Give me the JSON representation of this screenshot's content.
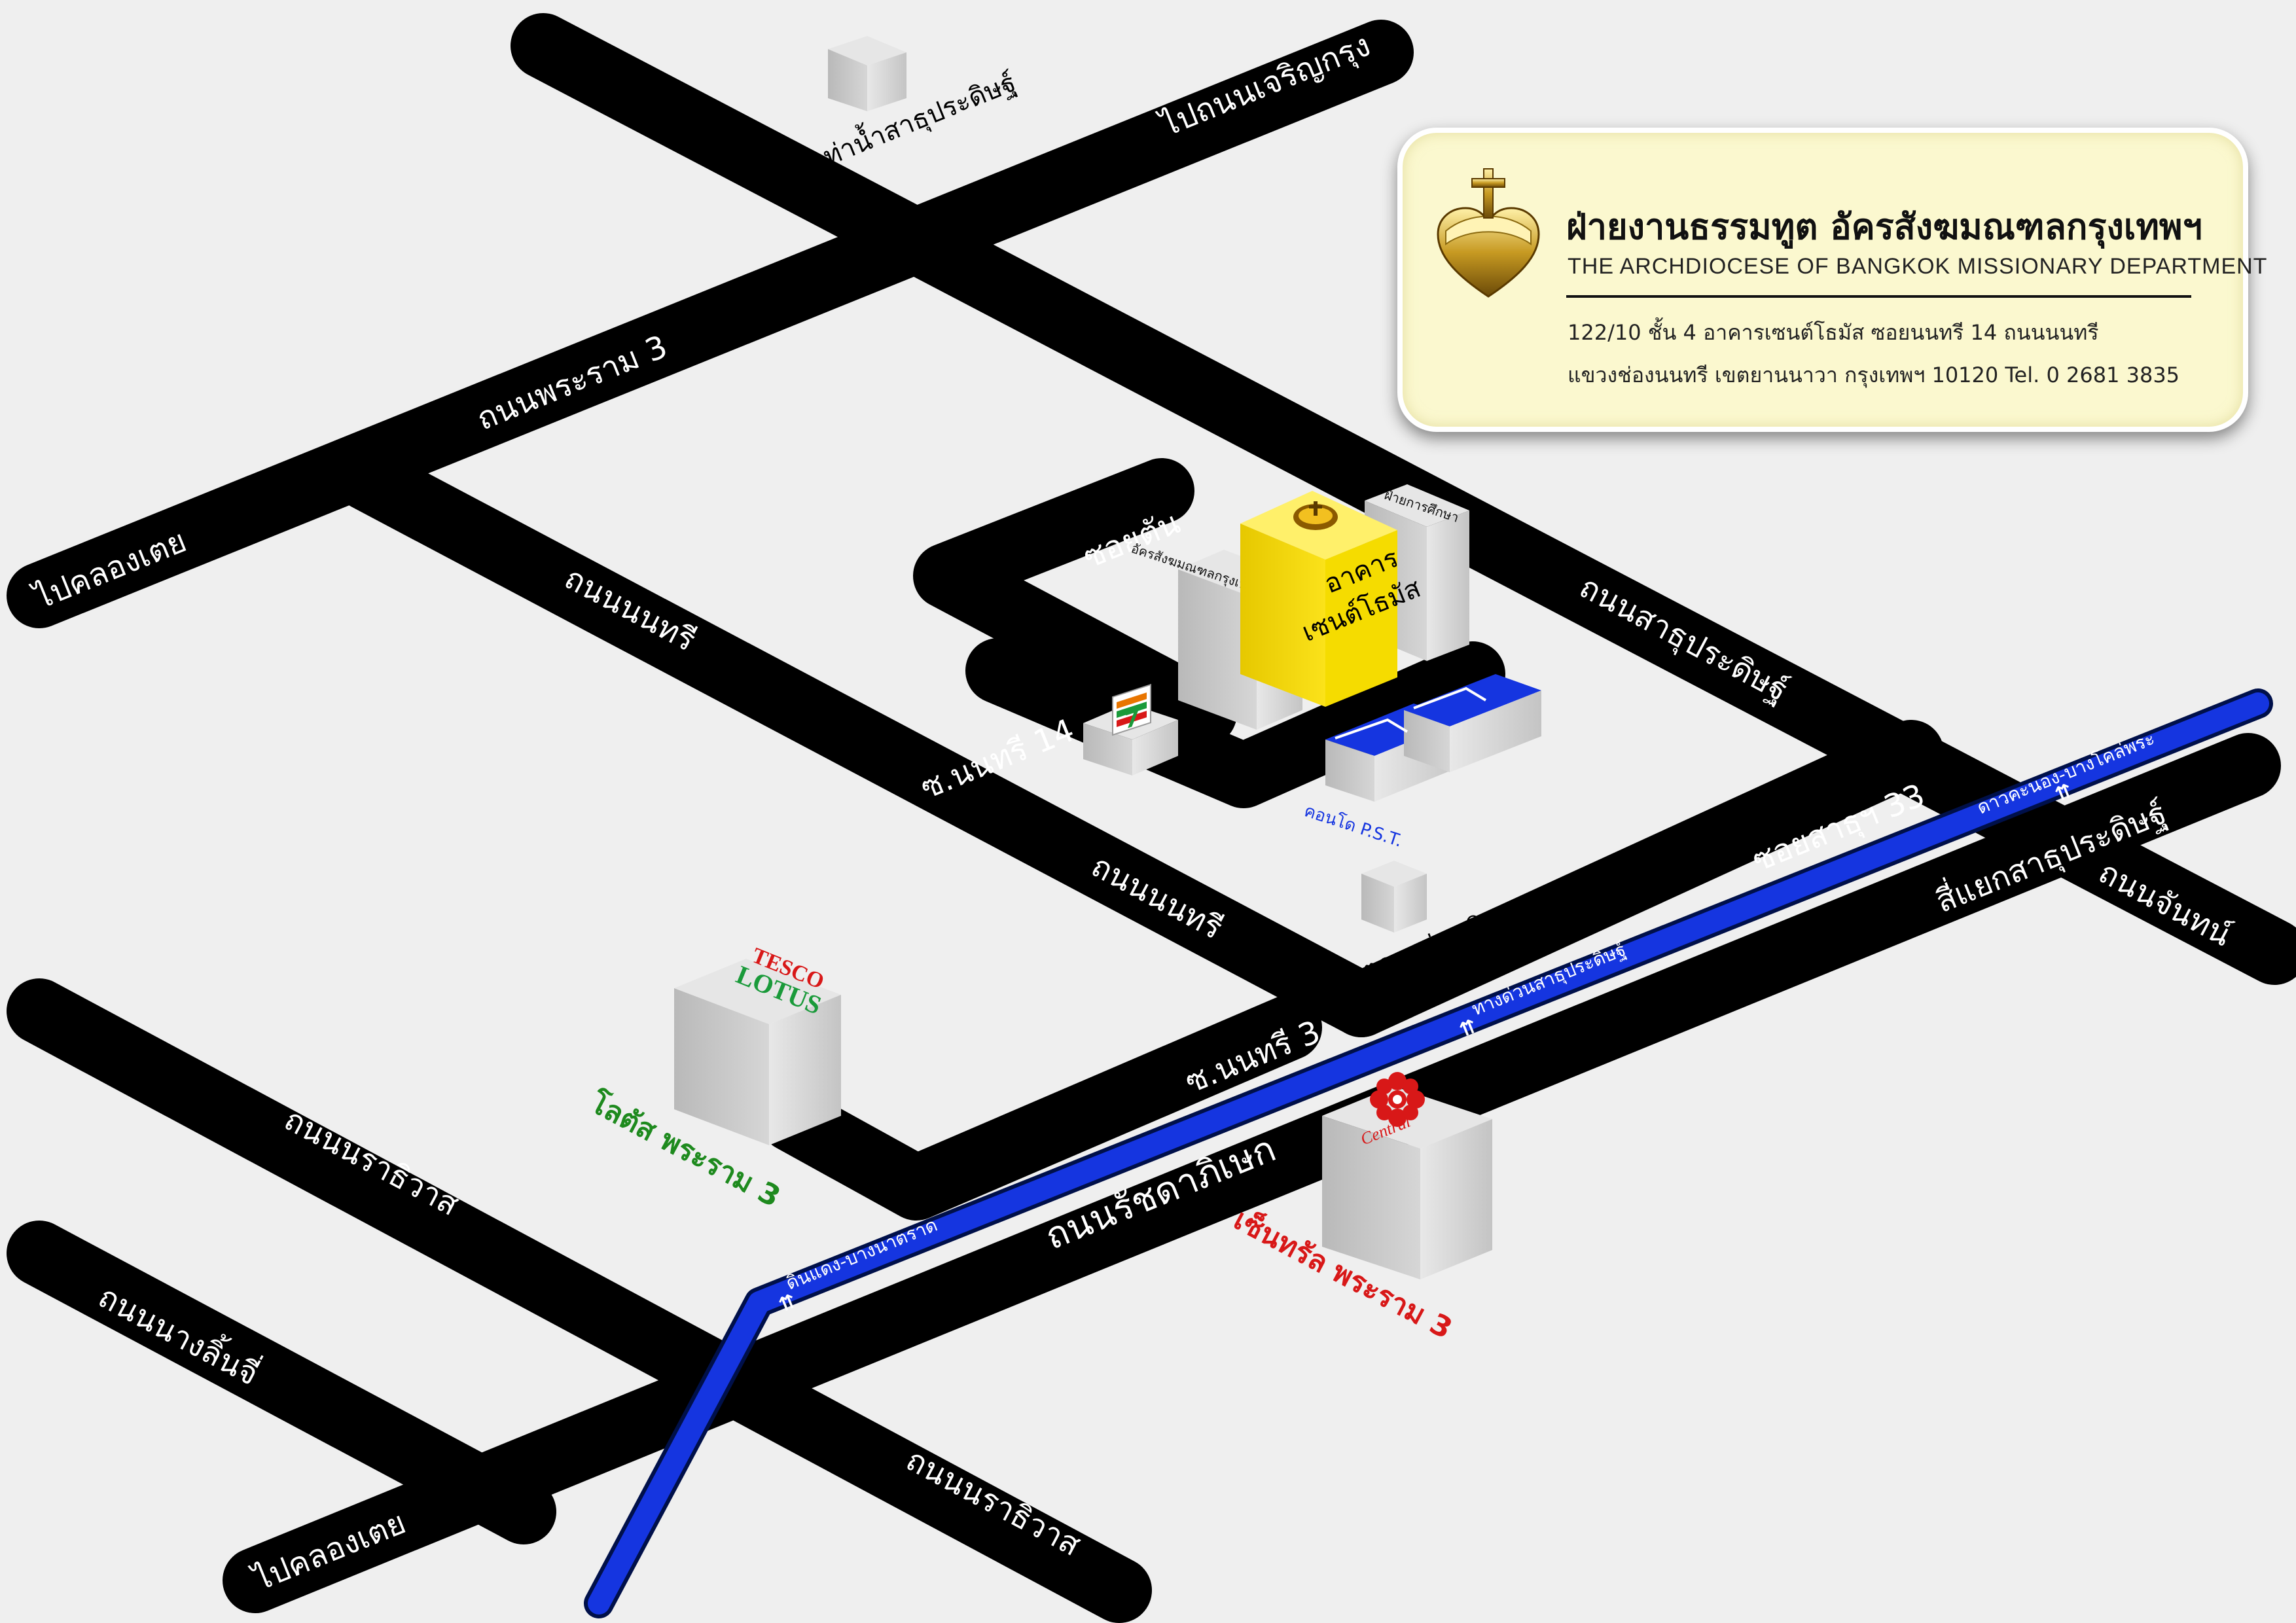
{
  "roads": {
    "rama3_road": "ถนนพระราม 3",
    "to_charoenkrung": "ไปถนนเจริญกรุง",
    "to_klong_toei_top": "ไปคลองเตย",
    "nonsi_road_upper": "ถนนนนทรี",
    "nonsi_road_lower": "ถนนนนทรี",
    "soi_dead_end": "ซอยตัน",
    "soi_nonsi_14": "ซ.นนทรี 14",
    "soi_nonsi_3": "ซ.นนทรี 3",
    "sathupradit_road": "ถนนสาธุประดิษฐ์",
    "soi_sathu_33": "ซอยสาธุฯ 33",
    "chan_road": "ถนนจันทน์",
    "sathupradit_junction": "สี่แยกสาธุประดิษฐ์",
    "ratchadaphisek_road": "ถนนรัชดาภิเษก",
    "narathiwat_road_upper": "ถนนนราธิวาส",
    "narathiwat_road_lower": "ถนนนราธิวาส",
    "bang_na_lin_chi_road": "ถนนนางลิ้นจี่",
    "to_klong_toei_bottom": "ไปคลองเตย"
  },
  "expressway": {
    "station_dao_khanong": "ดาวคะนอง-บางโคล่พระ",
    "station_sathupradit": "ทางด่วนสาธุประดิษฐ์",
    "station_din_daeng": "ดินแดง-บางนาตราด"
  },
  "landmarks": {
    "sathupradit_port": "ท่าน้ำสาธุประดิษฐ์",
    "saint_thomas_building": "อาคาร เซนต์โธมัส",
    "catholic_education": "ฝ่ายการศึกษา",
    "archbishop_office": "อัครสังฆมณฑลกรุงเทพฯ สำนักงาน",
    "seven_eleven": "7-ELEVEn",
    "condo_pst": "คอนโด P.S.T.",
    "talad_rung_charoen": "ตลาดรุ่งเจริญ",
    "lotus_rama3": "โลตัส พระราม 3",
    "tesco_brand": "TESCO",
    "lotus_brand": "LOTUS",
    "central_rama3": "เซ็นทรัล พระราม 3",
    "central_brand": "Central"
  },
  "info": {
    "title_th": "ฝ่ายงานธรรมทูต อัครสังฆมณฑลกรุงเทพฯ",
    "title_en": "THE ARCHDIOCESE OF BANGKOK MISSIONARY DEPARTMENT",
    "address_line1": "122/10  ชั้น 4  อาคารเซนต์โธมัส  ซอยนนทรี 14  ถนนนนทรี",
    "address_line2": "แขวงช่องนนทรี เขตยานนาวา กรุงเทพฯ 10120 Tel. 0 2681 3835"
  },
  "colors": {
    "road": "#000000",
    "expressway": "#1535e0",
    "highlight_building": "#f5d800",
    "lotus_label": "#1e8a1e",
    "central_label": "#d81818",
    "condo_label": "#1535e0",
    "card_background": "#fbf8cf"
  },
  "icons": [
    "cross-heart-logo-icon",
    "expressway-station-icon",
    "seven-eleven-logo-icon",
    "central-flower-logo-icon"
  ]
}
